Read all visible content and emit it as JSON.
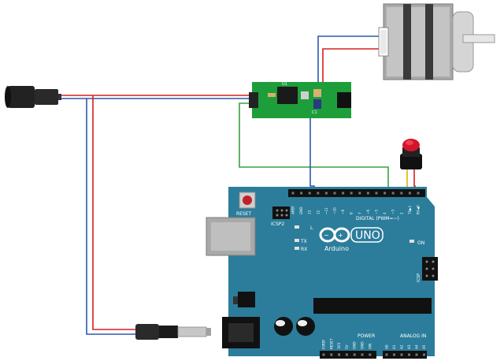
{
  "arduino": {
    "brand": "Arduino",
    "model": "UNO",
    "reset_label": "RESET",
    "icsp2_label": "ICSP2",
    "icsp_label": "ICSP",
    "digital_label": "DIGITAL (PWM=~)",
    "analog_label": "ANALOG IN",
    "power_label": "POWER",
    "on_label": "ON",
    "led_l": "L",
    "led_tx": "TX",
    "led_rx": "RX",
    "digital_pins": [
      "AREF",
      "GND",
      "13",
      "12",
      "~11",
      "~10",
      "~9",
      "8",
      "7",
      "~6",
      "~5",
      "4",
      "~3",
      "2",
      "TX▶1",
      "RX◀0"
    ],
    "power_pins": [
      "IOREF",
      "RESET",
      "3V3",
      "5V",
      "GND",
      "GND",
      "VIN"
    ],
    "analog_pins": [
      "A0",
      "A1",
      "A2",
      "A3",
      "A4",
      "A5"
    ]
  },
  "driver": {
    "chip": "U1",
    "component": "C1"
  },
  "colors": {
    "pcb": "#2b7d9b",
    "pcb_dark": "#1f6680",
    "driver_board": "#1e9e3a",
    "wire_red": "#d62020",
    "wire_blue": "#2c5aa8",
    "wire_green": "#3aa040",
    "wire_yellow": "#e8b000",
    "button_red": "#d4142a"
  }
}
